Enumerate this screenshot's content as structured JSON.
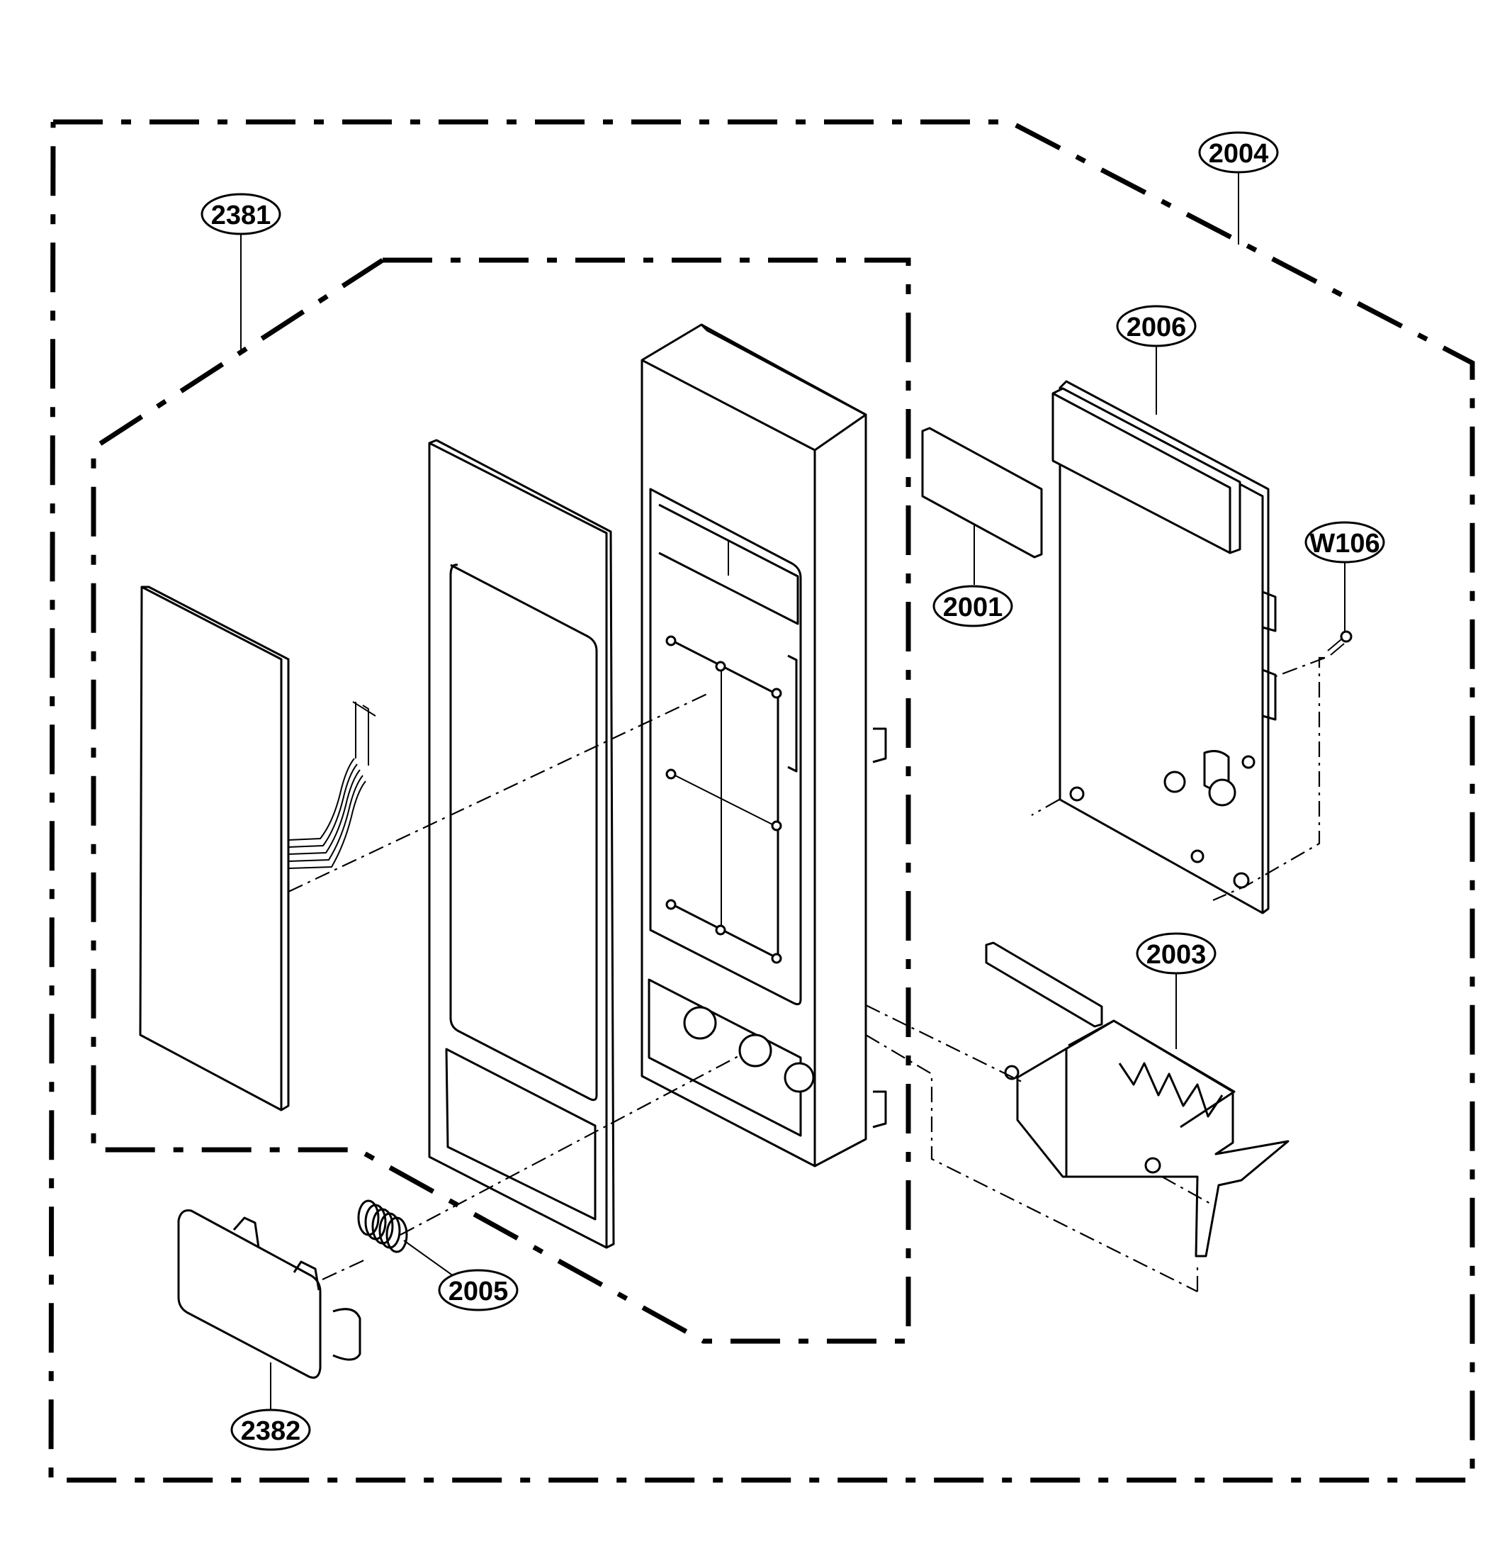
{
  "diagram": {
    "labels": {
      "p2004": "2004",
      "p2381": "2381",
      "p2006": "2006",
      "p2001": "2001",
      "w106": "W106",
      "p2003": "2003",
      "p2005": "2005",
      "p2382": "2382"
    }
  }
}
